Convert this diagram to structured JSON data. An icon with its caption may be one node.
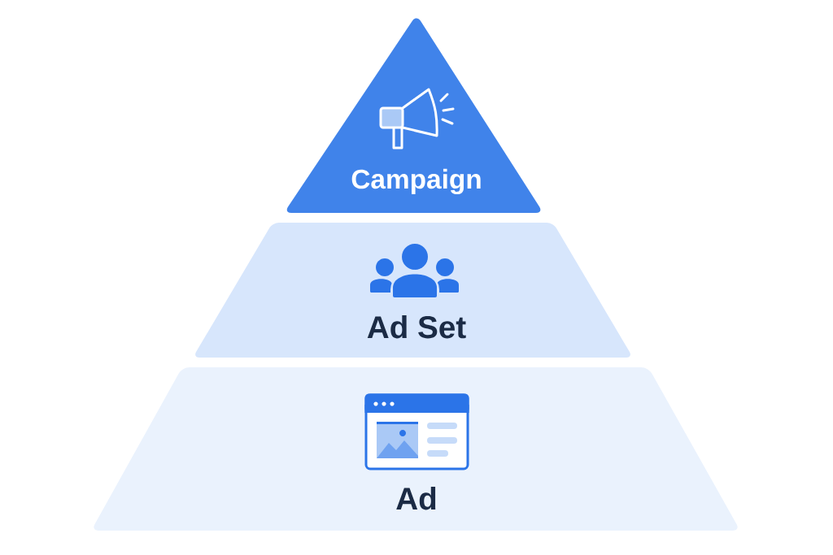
{
  "diagram": {
    "nodes": [
      {
        "text": [
          "Campaign"
        ]
      },
      {
        "text": [
          "Ad Set"
        ]
      },
      {
        "text": [
          "Ad"
        ]
      }
    ]
  }
}
